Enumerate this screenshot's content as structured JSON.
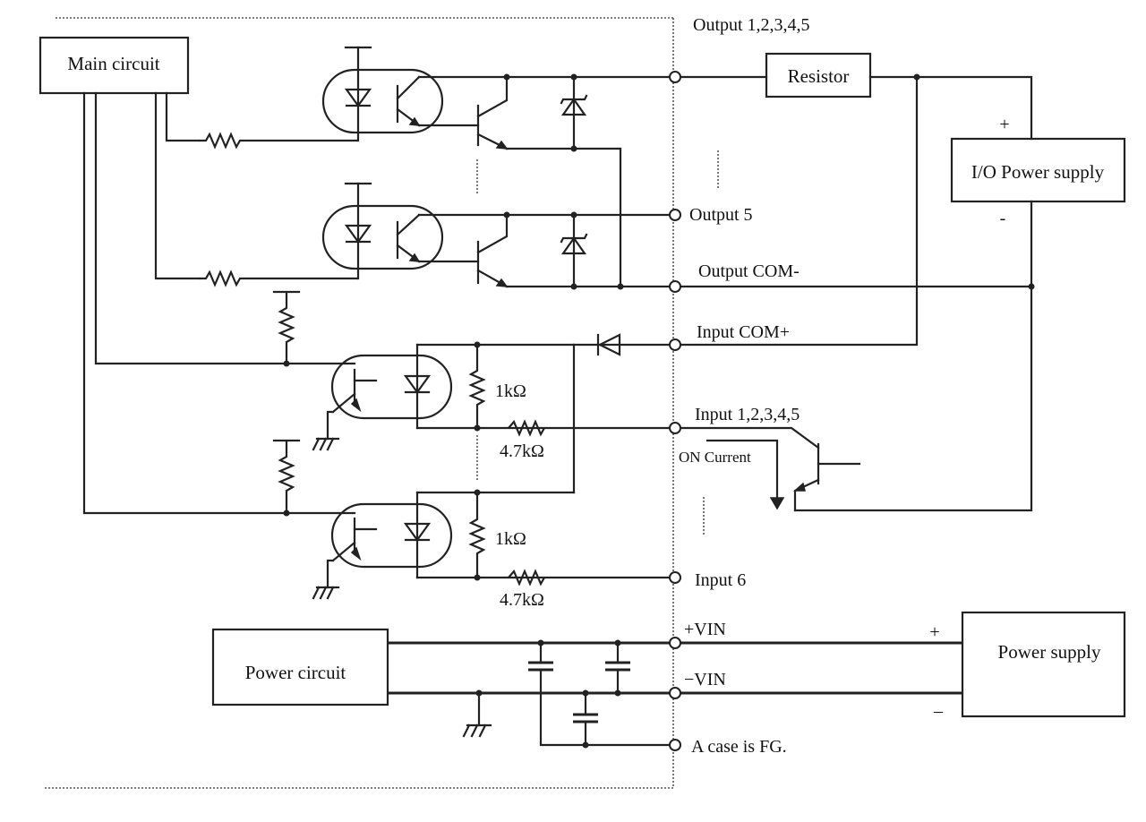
{
  "diagram": {
    "blocks": {
      "main_circuit": "Main circuit",
      "resistor": "Resistor",
      "io_power_supply": "I/O Power supply",
      "power_circuit": "Power circuit",
      "power_supply": "Power supply"
    },
    "terminals": {
      "output_12345": "Output 1,2,3,4,5",
      "output_5": "Output 5",
      "output_com": "Output COM-",
      "input_com": "Input COM+",
      "input_12345": "Input 1,2,3,4,5",
      "input_6": "Input 6",
      "vin_plus": "+VIN",
      "vin_minus": "−VIN",
      "case_fg": "A case is FG."
    },
    "components": {
      "r_1k_top": "1kΩ",
      "r_47k_top": "4.7kΩ",
      "r_1k_bottom": "1kΩ",
      "r_47k_bottom": "4.7kΩ"
    },
    "annotations": {
      "on_current": "ON Current",
      "io_plus": "+",
      "io_minus": "-",
      "ps_plus": "+",
      "ps_minus": "–"
    }
  }
}
